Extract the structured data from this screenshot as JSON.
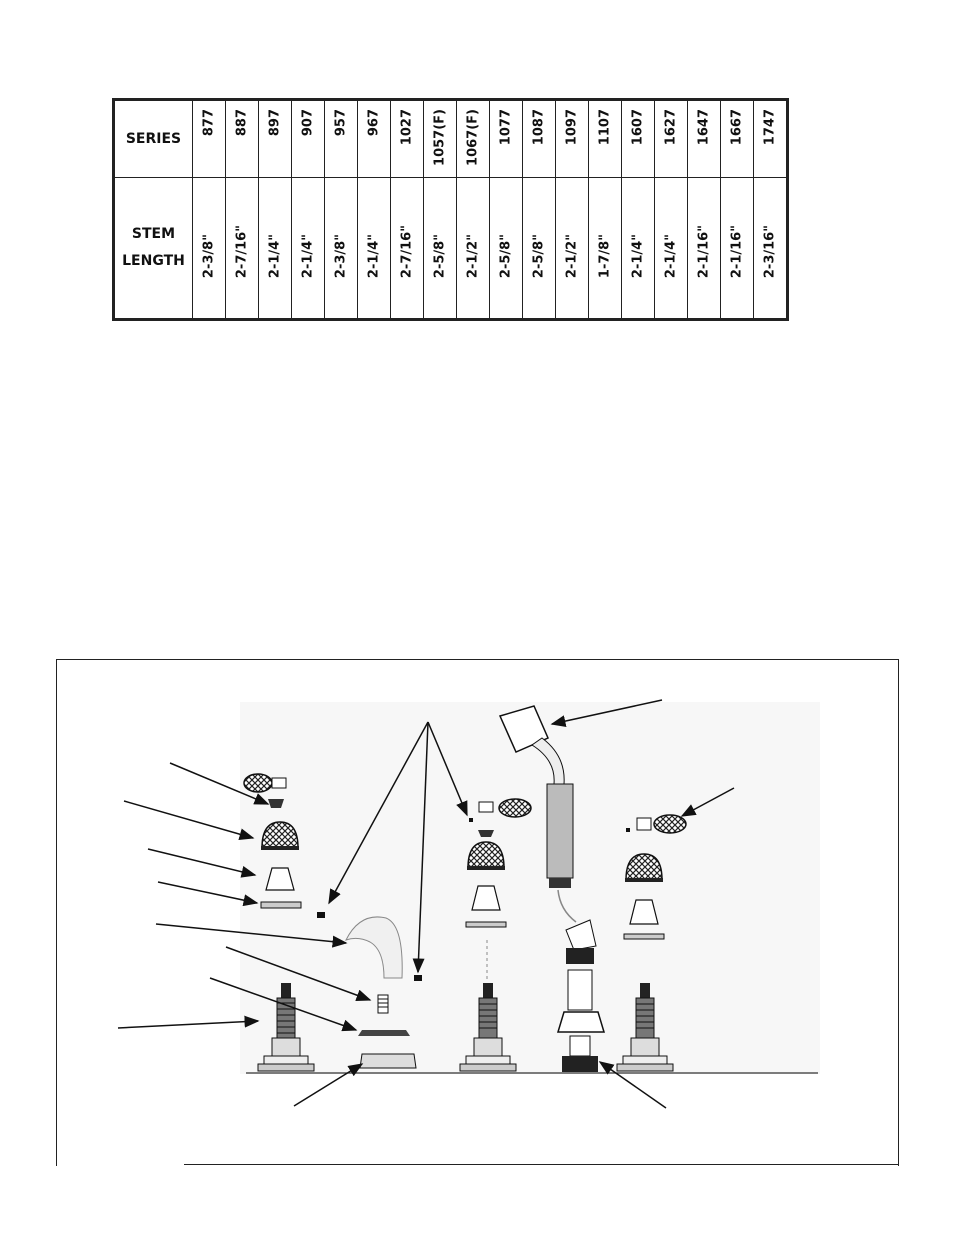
{
  "table": {
    "row1_label": "SERIES",
    "row2_label_line1": "STEM",
    "row2_label_line2": "LENGTH",
    "columns": [
      {
        "series": "877",
        "stem_length": "2-3/8\""
      },
      {
        "series": "887",
        "stem_length": "2-7/16\""
      },
      {
        "series": "897",
        "stem_length": "2-1/4\""
      },
      {
        "series": "907",
        "stem_length": "2-1/4\""
      },
      {
        "series": "957",
        "stem_length": "2-3/8\""
      },
      {
        "series": "967",
        "stem_length": "2-1/4\""
      },
      {
        "series": "1027",
        "stem_length": "2-7/16\""
      },
      {
        "series": "1057(F)",
        "stem_length": "2-5/8\""
      },
      {
        "series": "1067(F)",
        "stem_length": "2-1/2\""
      },
      {
        "series": "1077",
        "stem_length": "2-5/8\""
      },
      {
        "series": "1087",
        "stem_length": "2-5/8\""
      },
      {
        "series": "1097",
        "stem_length": "2-1/2\""
      },
      {
        "series": "1107",
        "stem_length": "1-7/8\""
      },
      {
        "series": "1607",
        "stem_length": "2-1/4\""
      },
      {
        "series": "1627",
        "stem_length": "2-1/4\""
      },
      {
        "series": "1647",
        "stem_length": "2-1/16\""
      },
      {
        "series": "1667",
        "stem_length": "2-1/16\""
      },
      {
        "series": "1747",
        "stem_length": "2-3/16\""
      }
    ]
  },
  "diagram": {
    "description_visible": false
  }
}
